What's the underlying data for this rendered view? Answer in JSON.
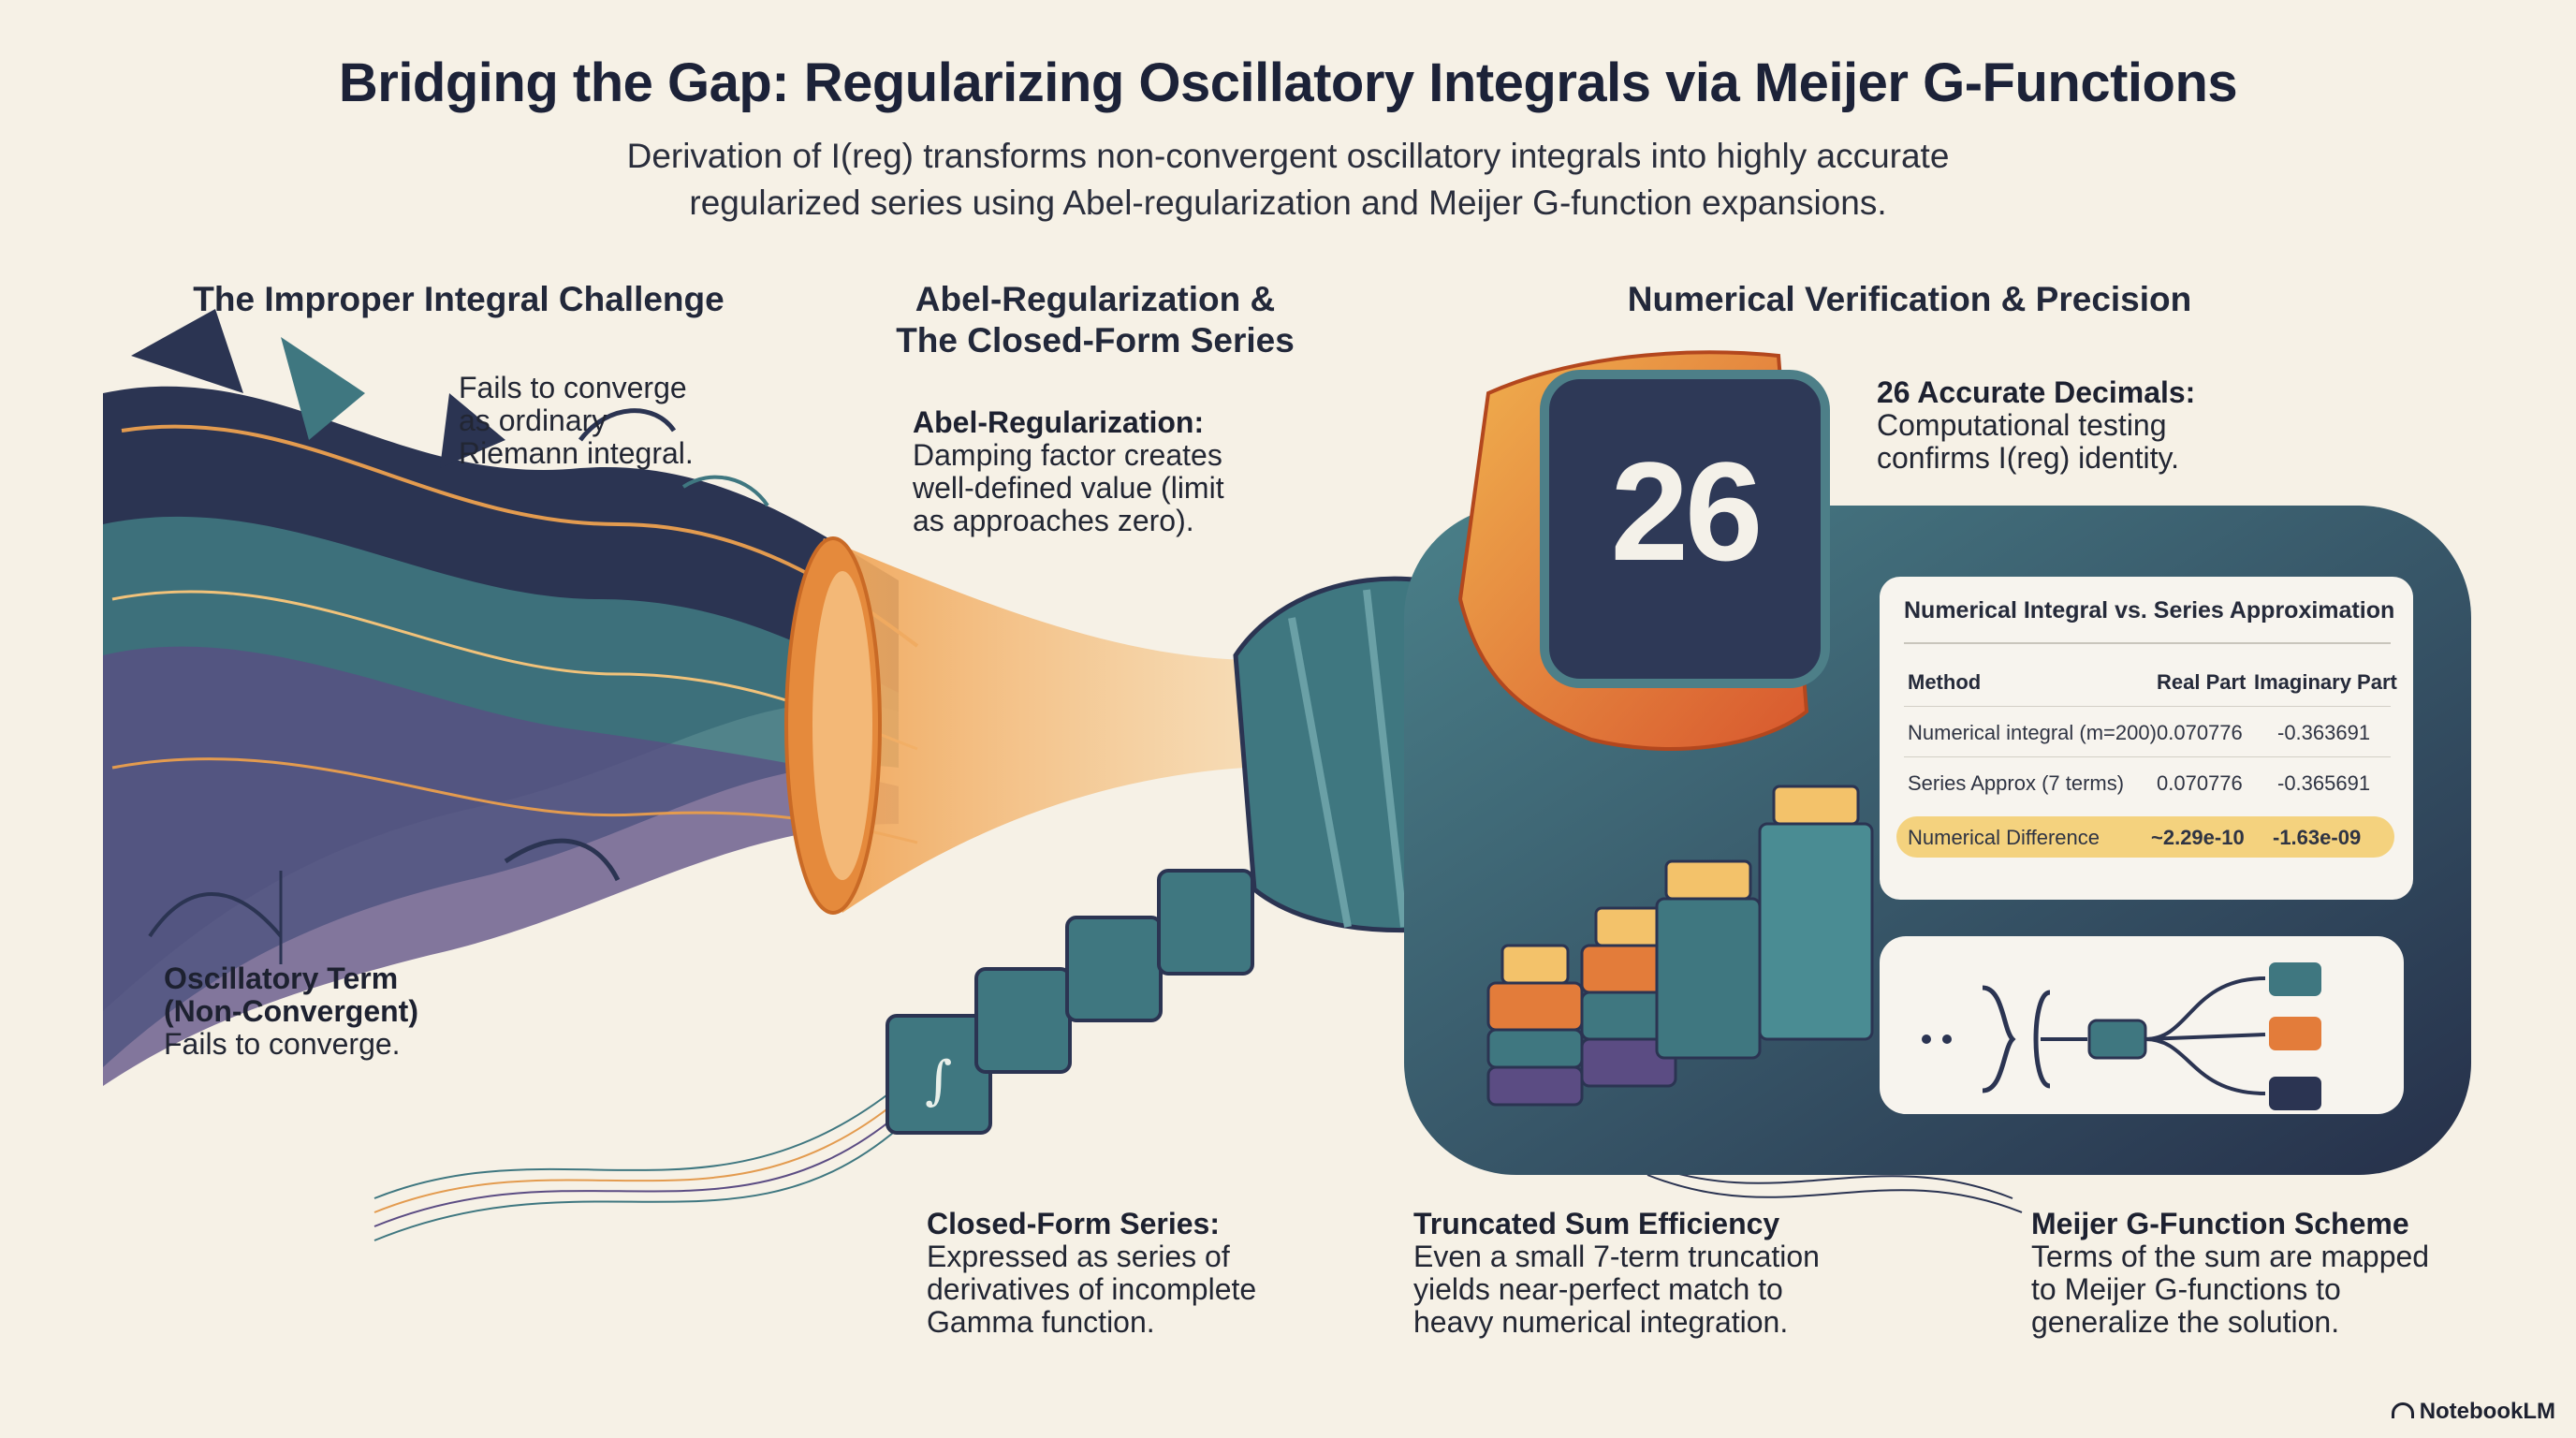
{
  "title": "Bridging the Gap: Regularizing Oscillatory Integrals via Meijer G-Functions",
  "subtitle_line1": "Derivation of I(reg) transforms non-convergent oscillatory integrals into highly accurate",
  "subtitle_line2": "regularized series using Abel-regularization and Meijer G-function expansions.",
  "columns": {
    "left": {
      "heading": "The Improper Integral Challenge",
      "note_lines": [
        "Fails to converge",
        "as ordinary",
        "Riemann integral."
      ],
      "term_label_lines": [
        "Oscillatory Term",
        "(Non-Convergent)"
      ],
      "term_desc": "Fails to converge."
    },
    "middle": {
      "heading_lines": [
        "Abel-Regularization &",
        "The Closed-Form Series"
      ],
      "abel_label": "Abel-Regularization:",
      "abel_lines": [
        "Damping factor creates",
        "well-defined value (limit",
        "as approaches zero)."
      ],
      "series_label": "Closed-Form Series:",
      "series_lines": [
        "Expressed as series of",
        "derivatives of incomplete",
        "Gamma function."
      ],
      "block_symbol": "∫"
    },
    "right": {
      "heading": "Numerical Verification & Precision",
      "badge_value": "26",
      "decimals_label": "26 Accurate Decimals:",
      "decimals_lines": [
        "Computational testing",
        "confirms I(reg) identity."
      ],
      "truncated_label": "Truncated Sum Efficiency",
      "truncated_lines": [
        "Even a small 7-term truncation",
        "yields near-perfect match to",
        "heavy numerical integration."
      ],
      "meijer_label": "Meijer G-Function Scheme",
      "meijer_lines": [
        "Terms of the sum are mapped",
        "to Meijer G-functions to",
        "generalize the solution."
      ]
    }
  },
  "table": {
    "title": "Numerical Integral vs. Series Approximation",
    "headers": [
      "Method",
      "Real Part",
      "Imaginary Part"
    ],
    "rows": [
      [
        "Numerical integral (m=200)",
        "0.070776",
        "-0.363691"
      ],
      [
        "Series Approx (7 terms)",
        "0.070776",
        "-0.365691"
      ]
    ],
    "highlight_row": [
      "Numerical Difference",
      "~2.29e-10",
      "-1.63e-09"
    ]
  },
  "brand": "NotebookLM",
  "colors": {
    "navy": "#2b3452",
    "teal": "#3f7780",
    "orange": "#e8843a",
    "gold": "#f4d27e",
    "background": "#f6f1e6"
  }
}
